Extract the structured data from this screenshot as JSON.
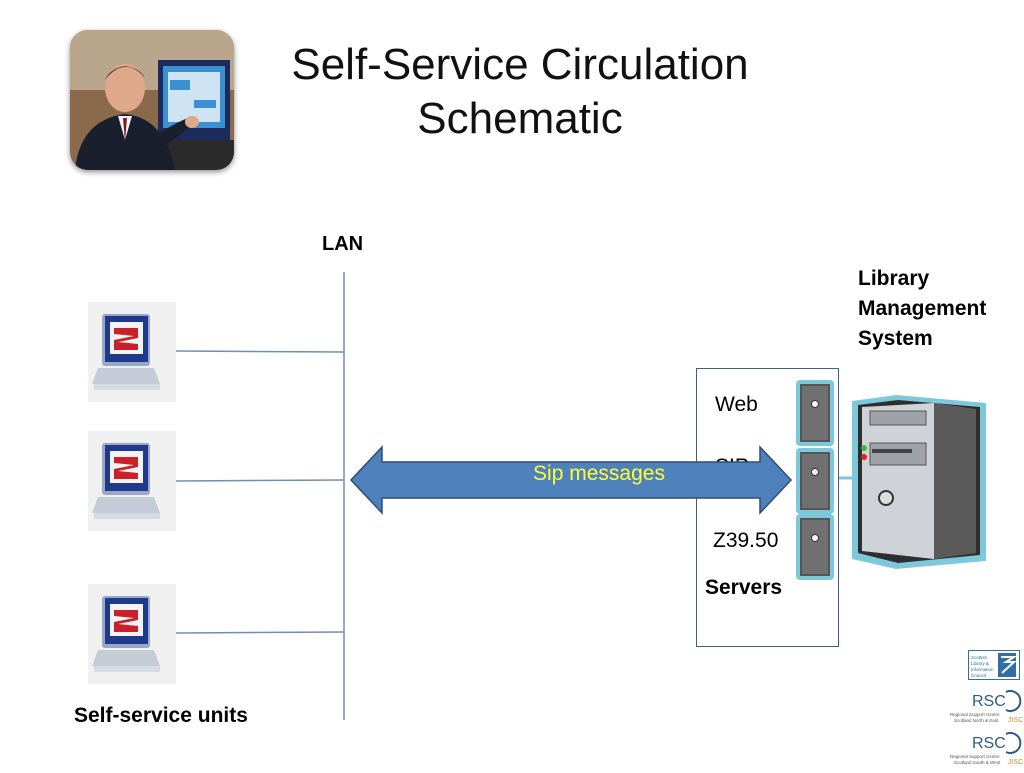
{
  "title": "Self-Service Circulation Schematic",
  "labels": {
    "lan": "LAN",
    "lms_line1": "Library",
    "lms_line2": "Management",
    "lms_line3": "System",
    "self_service_units": "Self-service units",
    "servers": "Servers",
    "web": "Web",
    "sip": "SIP",
    "z3950": "Z39.50",
    "sip_messages": "Sip messages"
  },
  "logos": {
    "slic": "Scottish Library & Information Council",
    "rsc": "RSC",
    "rsc_ne": "Regional Support Centre Scotland North & East",
    "rsc_sw": "Regional Support Centre Scotland South & West",
    "jisc": "JISC"
  },
  "colors": {
    "arrow_fill": "#4f81bd",
    "arrow_stroke": "#2e4d75",
    "arrow_text": "#ffff33",
    "server_outline": "#7ec8dc",
    "line": "#6f8fb5"
  }
}
